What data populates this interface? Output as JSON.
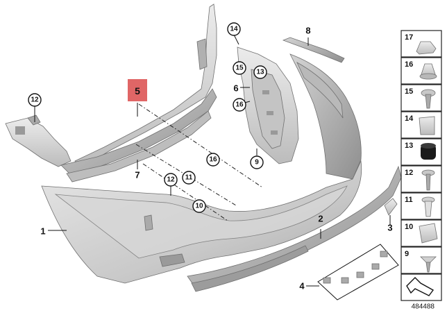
{
  "diagram": {
    "highlight_label": "5",
    "highlight_color": "#e06666",
    "plain_labels": [
      "1",
      "2",
      "3",
      "4",
      "6",
      "7",
      "8"
    ],
    "callouts": [
      "12",
      "14",
      "15",
      "13",
      "16",
      "9",
      "12",
      "11",
      "16",
      "10"
    ],
    "sidebar_parts": [
      "17",
      "16",
      "15",
      "14",
      "13",
      "12",
      "11",
      "10",
      "9"
    ],
    "diagram_number": "484488"
  }
}
